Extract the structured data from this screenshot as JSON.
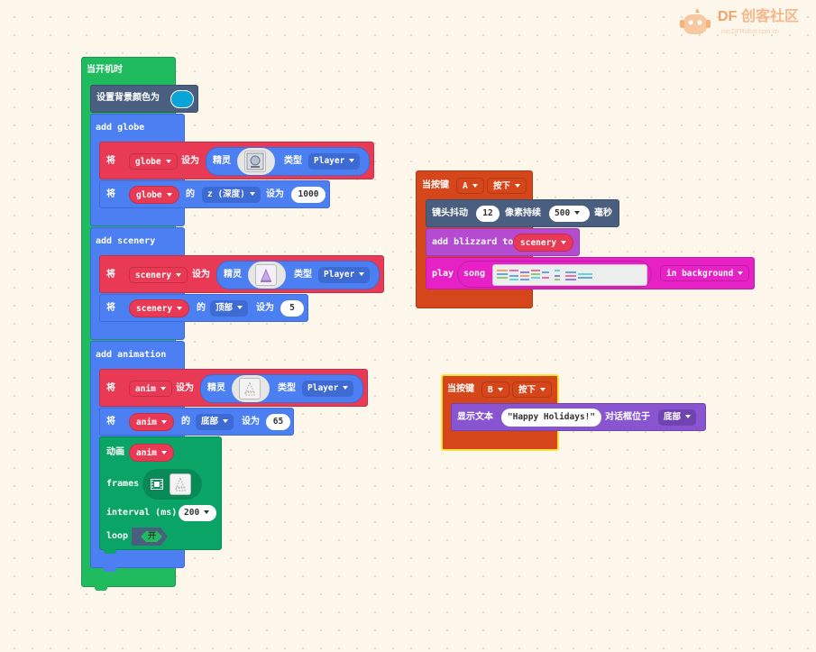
{
  "logo": {
    "brand": "DF",
    "name": "创客社区",
    "url": "mc.DFRobot.com.cn"
  },
  "on_start": {
    "header": "当开机时",
    "set_bg_color": {
      "label": "设置背景颜色为",
      "color": "#0aa3d8"
    },
    "globe_group": {
      "title": "add globe",
      "set_sprite": {
        "prefix": "将",
        "var": "globe",
        "mid": "设为",
        "sprite_label": "精灵",
        "image_icon": "globe-image-icon",
        "kind_label": "类型",
        "kind": "Player"
      },
      "set_prop": {
        "prefix": "将",
        "var": "globe",
        "of": "的",
        "prop": "z (深度)",
        "set": "设为",
        "value": "1000"
      }
    },
    "scenery_group": {
      "title": "add scenery",
      "set_sprite": {
        "prefix": "将",
        "var": "scenery",
        "mid": "设为",
        "sprite_label": "精灵",
        "image_icon": "scenery-image-icon",
        "kind_label": "类型",
        "kind": "Player"
      },
      "set_prop": {
        "prefix": "将",
        "var": "scenery",
        "of": "的",
        "prop": "顶部",
        "set": "设为",
        "value": "5"
      }
    },
    "animation_group": {
      "title": "add animation",
      "set_sprite": {
        "prefix": "将",
        "var": "anim",
        "mid": "设为",
        "sprite_label": "精灵",
        "image_icon": "anim-image-icon",
        "kind_label": "类型",
        "kind": "Player"
      },
      "set_prop": {
        "prefix": "将",
        "var": "anim",
        "of": "的",
        "prop": "底部",
        "set": "设为",
        "value": "65"
      },
      "animate": {
        "label": "动画",
        "var": "anim",
        "frames_label": "frames",
        "frames_icon": "film-icon",
        "interval_label": "interval (ms)",
        "interval": "200",
        "loop_label": "loop",
        "loop_value": "开"
      }
    }
  },
  "button_a": {
    "header_prefix": "当按键",
    "button": "A",
    "action": "按下",
    "shake": {
      "label": "镜头抖动",
      "amount": "12",
      "mid": "像素持续",
      "duration": "500",
      "unit": "毫秒"
    },
    "blizzard": {
      "label": "add blizzard to",
      "target": "scenery"
    },
    "play": {
      "label": "play",
      "song_label": "song",
      "mode": "in background"
    }
  },
  "button_b": {
    "header_prefix": "当按键",
    "button": "B",
    "action": "按下",
    "show_text": {
      "label": "显示文本",
      "text": "\"Happy Holidays!\"",
      "mid": "对话框位于",
      "position": "底部"
    }
  },
  "colors": {
    "event": "#1fbb5e",
    "function": "#4b7ff2",
    "sprite": "#e83a55",
    "scene": "#4a5f80",
    "animation": "#0aa466",
    "purple": "#8854d0",
    "music": "#e622c6",
    "controller": "#d5461b",
    "highlight": "#ffdf3a",
    "blizzard": "#b44bd1"
  }
}
